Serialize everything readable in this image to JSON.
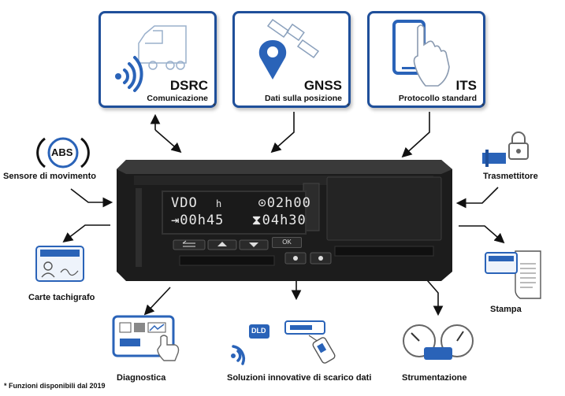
{
  "features_top": [
    {
      "title": "DSRC",
      "subtitle": "Comunicazione",
      "icon": "truck-signal-icon",
      "star": "*"
    },
    {
      "title": "GNSS",
      "subtitle": "Dati sulla posizione",
      "icon": "satellite-pin-icon",
      "star": "*"
    },
    {
      "title": "ITS",
      "subtitle": "Protocollo standard",
      "icon": "smartphone-touch-icon",
      "star": "*"
    }
  ],
  "left_items": [
    {
      "label": "Sensore di movimento",
      "icon": "abs-sensor-icon",
      "badge": "ABS"
    },
    {
      "label": "Carte tachigrafo",
      "icon": "tachograph-card-icon"
    }
  ],
  "right_items": [
    {
      "label": "Trasmettitore",
      "icon": "lock-transmitter-icon"
    },
    {
      "label": "Stampa",
      "icon": "printout-icon"
    }
  ],
  "bottom_items": [
    {
      "label": "Diagnostica",
      "icon": "diagnostics-tablet-icon"
    },
    {
      "label": "Soluzioni innovative di scarico dati",
      "icon": "dld-download-icon",
      "badge": "DLD"
    },
    {
      "label": "Strumentazione",
      "icon": "gauges-icon"
    }
  ],
  "device": {
    "line1_left": "VDO",
    "line1_mid": "h",
    "line1_right": "⊙02h00",
    "line2_left": "⇥00h45",
    "line2_right": "⧗04h30",
    "ok_label": "OK"
  },
  "footnote": "* Funzioni disponibili dal 2019",
  "colors": {
    "accent": "#1f4f9a",
    "icon_blue": "#2a63b8",
    "arrow": "#111111"
  }
}
